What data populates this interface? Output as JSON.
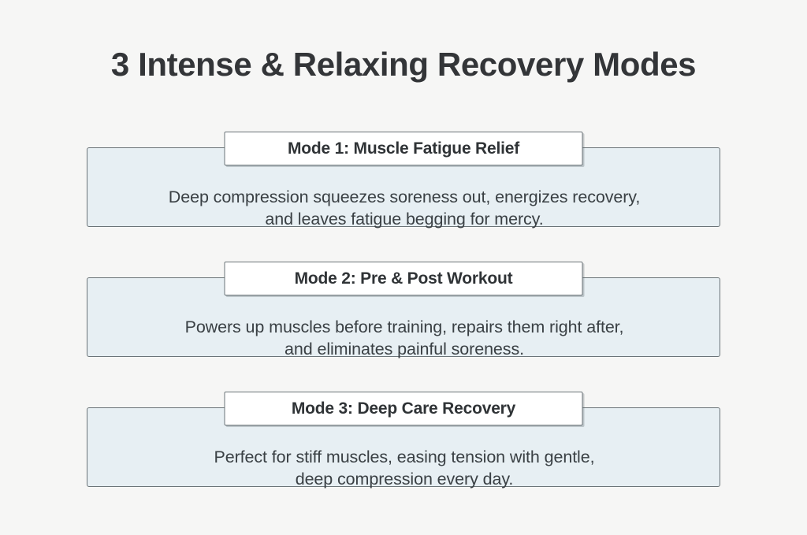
{
  "page": {
    "title": "3 Intense & Relaxing Recovery Modes",
    "background_color": "#f6f6f5",
    "title_color": "#333538",
    "panel_fill_color": "#e7eff3",
    "panel_border_color": "#6b7478",
    "badge_fill_color": "#ffffff",
    "body_text_color": "#3a4044"
  },
  "cards": [
    {
      "badge_label": "Mode 1: Muscle Fatigue Relief",
      "body_lines": [
        "Deep compression squeezes soreness out, energizes recovery,",
        "and leaves fatigue begging for mercy."
      ]
    },
    {
      "badge_label": "Mode 2: Pre & Post Workout",
      "body_lines": [
        "Powers up muscles before training, repairs them right after,",
        "and eliminates painful soreness."
      ]
    },
    {
      "badge_label": "Mode 3: Deep Care Recovery",
      "body_lines": [
        "Perfect for stiff muscles, easing tension with gentle,",
        "deep compression every day."
      ]
    }
  ]
}
